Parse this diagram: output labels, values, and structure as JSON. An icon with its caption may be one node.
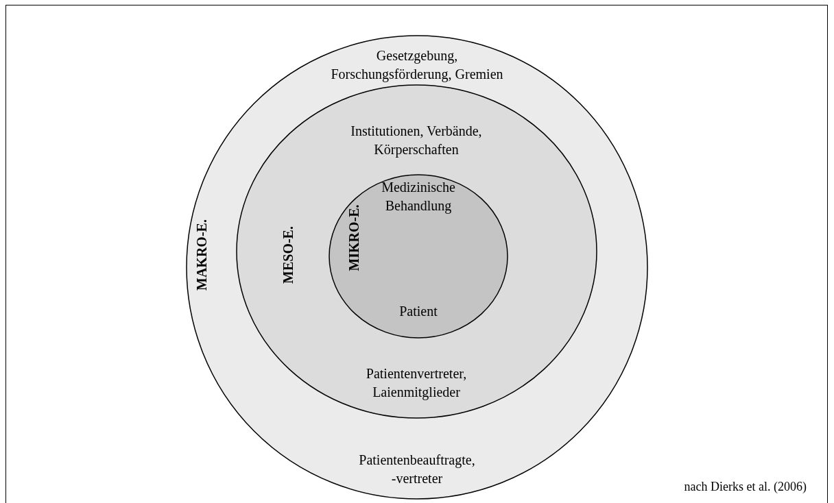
{
  "diagram": {
    "nodes": [
      {
        "text": [
          "Gesetzgebung, Forschungsförderung, Gremien",
          "MAKRO-E.",
          "Patientenbeauftragte, -vertreter"
        ]
      },
      {
        "text": [
          "Institutionen, Verbände, Körperschaften",
          "MESO-E.",
          "Patientenvertreter, Laienmitglieder"
        ],
        "in": 0
      },
      {
        "text": [
          "Medizinische Behandlung",
          "MIKRO-E.",
          "Patient"
        ],
        "in": 1
      }
    ],
    "labels": [
      "nach Dierks et al. (2006)"
    ]
  }
}
